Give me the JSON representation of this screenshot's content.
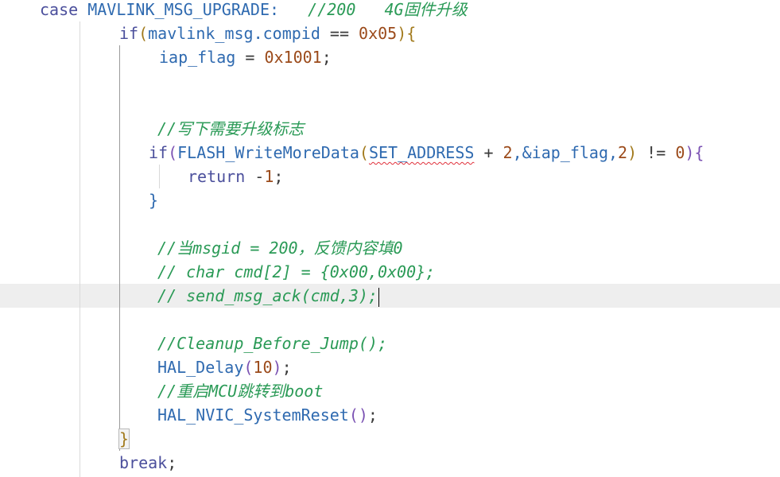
{
  "code_lines": [
    {
      "indent": 50,
      "tokens": [
        {
          "t": "case ",
          "c": "kw"
        },
        {
          "t": "MAVLINK_MSG_UPGRADE:",
          "c": "id"
        },
        {
          "t": "   //200   4G固件升级",
          "c": "cmt"
        }
      ]
    },
    {
      "indent": 150,
      "tokens": [
        {
          "t": "if",
          "c": "kw"
        },
        {
          "t": "(",
          "c": "p1"
        },
        {
          "t": "mavlink_msg.compid ",
          "c": "id"
        },
        {
          "t": "== ",
          "c": "op"
        },
        {
          "t": "0x05",
          "c": "num"
        },
        {
          "t": ")",
          "c": "p1"
        },
        {
          "t": "{",
          "c": "p1"
        }
      ]
    },
    {
      "indent": 200,
      "tokens": [
        {
          "t": "iap_flag ",
          "c": "id"
        },
        {
          "t": "= ",
          "c": "op"
        },
        {
          "t": "0x1001",
          "c": "num"
        },
        {
          "t": ";",
          "c": "op"
        }
      ]
    },
    {
      "indent": 200,
      "tokens": []
    },
    {
      "indent": 200,
      "tokens": []
    },
    {
      "indent": 198,
      "tokens": [
        {
          "t": "//写下需要升级标志",
          "c": "cmt"
        }
      ]
    },
    {
      "indent": 187,
      "tokens": [
        {
          "t": "if",
          "c": "kw"
        },
        {
          "t": "(",
          "c": "p2"
        },
        {
          "t": "FLASH_WriteMoreData",
          "c": "id"
        },
        {
          "t": "(",
          "c": "p1"
        },
        {
          "t": "SET_ADDRESS",
          "c": "id",
          "err": true
        },
        {
          "t": " + ",
          "c": "op"
        },
        {
          "t": "2",
          "c": "num"
        },
        {
          "t": ",&iap_flag,",
          "c": "id"
        },
        {
          "t": "2",
          "c": "num"
        },
        {
          "t": ")",
          "c": "p1"
        },
        {
          "t": " != ",
          "c": "op"
        },
        {
          "t": "0",
          "c": "num"
        },
        {
          "t": ")",
          "c": "p2"
        },
        {
          "t": "{",
          "c": "p2"
        }
      ]
    },
    {
      "indent": 236,
      "tokens": [
        {
          "t": "return ",
          "c": "kw"
        },
        {
          "t": "-",
          "c": "op"
        },
        {
          "t": "1",
          "c": "num"
        },
        {
          "t": ";",
          "c": "op"
        }
      ]
    },
    {
      "indent": 187,
      "tokens": [
        {
          "t": "}",
          "c": "p3"
        }
      ]
    },
    {
      "indent": 200,
      "tokens": []
    },
    {
      "indent": 198,
      "tokens": [
        {
          "t": "//当msgid = 200，反馈内容填0",
          "c": "cmt"
        }
      ]
    },
    {
      "indent": 198,
      "tokens": [
        {
          "t": "// char cmd[2] = {0x00,0x00};",
          "c": "cmt"
        }
      ]
    },
    {
      "indent": 198,
      "tokens": [
        {
          "t": "// send_msg_ack(cmd,3);",
          "c": "cmt"
        }
      ],
      "cursor": true
    },
    {
      "indent": 200,
      "tokens": []
    },
    {
      "indent": 198,
      "tokens": [
        {
          "t": "//Cleanup_Before_Jump();",
          "c": "cmt"
        }
      ]
    },
    {
      "indent": 198,
      "tokens": [
        {
          "t": "HAL_Delay",
          "c": "id"
        },
        {
          "t": "(",
          "c": "p2"
        },
        {
          "t": "10",
          "c": "num"
        },
        {
          "t": ")",
          "c": "p2"
        },
        {
          "t": ";",
          "c": "op"
        }
      ]
    },
    {
      "indent": 198,
      "tokens": [
        {
          "t": "//重启MCU跳转到boot",
          "c": "cmt"
        }
      ]
    },
    {
      "indent": 198,
      "tokens": [
        {
          "t": "HAL_NVIC_SystemReset",
          "c": "id"
        },
        {
          "t": "(",
          "c": "p2"
        },
        {
          "t": ")",
          "c": "p2"
        },
        {
          "t": ";",
          "c": "op"
        }
      ]
    },
    {
      "indent": 150,
      "tokens": [
        {
          "t": "}",
          "c": "p1",
          "box": true
        }
      ]
    },
    {
      "indent": 150,
      "tokens": [
        {
          "t": "break",
          "c": "kw"
        },
        {
          "t": ";",
          "c": "op"
        }
      ]
    }
  ],
  "colors": {
    "keyword": "#4b4f9c",
    "identifier": "#2f6ab0",
    "number": "#9b4a1a",
    "comment": "#2a9a56",
    "bracket_level1": "#a27a1c",
    "bracket_level2": "#7b52b3",
    "error_squiggle": "#e0303b",
    "current_line_highlight": "#eeeeee"
  }
}
